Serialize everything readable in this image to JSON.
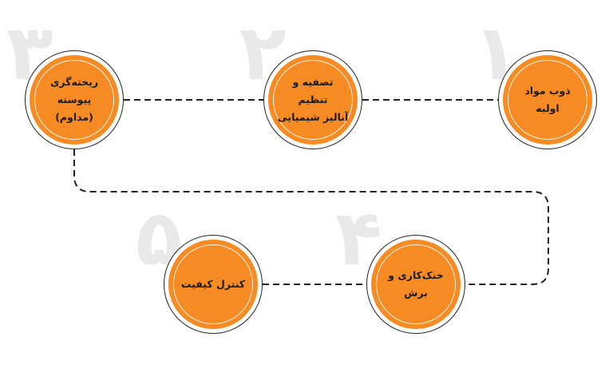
{
  "diagram": {
    "type": "process-flow",
    "direction": "rtl",
    "colors": {
      "circle_fill": "#f68b24",
      "outline": "#222222",
      "connector": "#222222",
      "watermark_number": "#e9e9e9",
      "background": "#ffffff"
    },
    "steps": [
      {
        "number": "۱",
        "label": "ذوب مواد اولیه"
      },
      {
        "number": "۲",
        "label": "تصفیه و تنظیم آنالیز شیمیایی",
        "lines": [
          "تصفیه و تنظیم",
          "آنالیز شیمیایی"
        ]
      },
      {
        "number": "۳",
        "label": "ریخته‌گری پیوسته (مداوم)",
        "lines": [
          "ریخته‌گری",
          "پیوسته (مداوم)"
        ]
      },
      {
        "number": "۴",
        "label": "خنک‌کاری و برش"
      },
      {
        "number": "۵",
        "label": "کنترل کیفیت"
      }
    ]
  }
}
